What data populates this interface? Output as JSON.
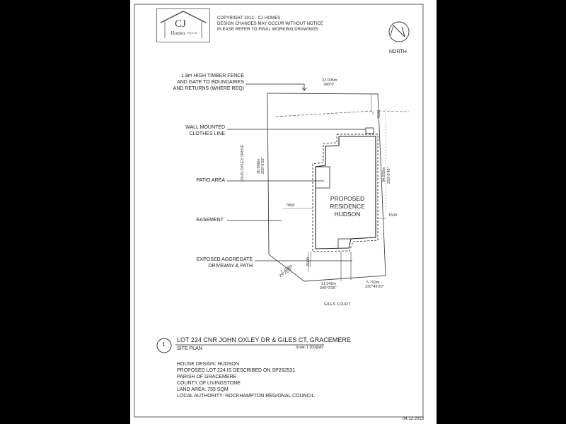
{
  "logo": {
    "initials": "CJ",
    "name": "Homes",
    "suffix": "Pty Ltd"
  },
  "copyright": {
    "line1": "COPYRIGHT 2012  -  CJ HOMES",
    "line2": "DESIGN CHANGES MAY OCCUR WITHOUT NOTICE",
    "line3": "PLEASE REFER TO FINAL WORKING DRAWINGS"
  },
  "north_label": "NORTH",
  "callouts": {
    "fence_1": "1.8m HIGH TIMBER FENCE",
    "fence_2": "AND GATE TO BOUNDARIES",
    "fence_3": "AND RETURNS (WHERE REQ)",
    "clothes_1": "WALL MOUNTED",
    "clothes_2": "CLOTHES LINE",
    "patio": "PATIO AREA",
    "easement": "EASEMENT",
    "driveway_1": "EXPOSED AGGREGATE",
    "driveway_2": "DRIVEWAY & PATH"
  },
  "residence": {
    "line1": "PROPOSED",
    "line2": "RESIDENCE",
    "line3": "HUDSON"
  },
  "dimensions": {
    "top_len": "22.005m",
    "top_bearing": "345°0'",
    "right_len": "34.933m",
    "right_bearing": "255°6'45\"",
    "left_len": "30.008m",
    "left_bearing": "255°6'25\"",
    "corner_len": "7.158m",
    "corner_bearing": "29°26'5\"",
    "bottom_len_1": "11.345m",
    "bottom_bearing_1": "345°0'05\"",
    "bottom_len_2": "5.702m",
    "bottom_bearing_2": "330°49'20\"",
    "setback_rear": "7500",
    "setback_left": "7868",
    "setback_right": "1500",
    "setback_front": "6000"
  },
  "streets": {
    "left": "JOHN OXLEY DRIVE",
    "bottom": "GILES COURT"
  },
  "title_block": {
    "number": "1",
    "title": "LOT 224 CNR JOHN OXLEY DR & GILES CT, GRACEMERE",
    "subtitle": "SITE PLAN",
    "scale": "Scale: 1:200@A3"
  },
  "details": {
    "l1": "HOUSE DESIGN:  HUDSON",
    "l2": "PROPOSED LOT 224 IS DESCRIBED ON SP262531",
    "l3": "PARISH OF GRACEMERE",
    "l4": "COUNTY OF LIVINGSTONE",
    "l5": "LAND AREA:  755 SQM",
    "l6": "LOCAL AUTHORITY:  ROCKHAMPTON REGIONAL COUNCIL"
  },
  "date": "04.12.2013"
}
